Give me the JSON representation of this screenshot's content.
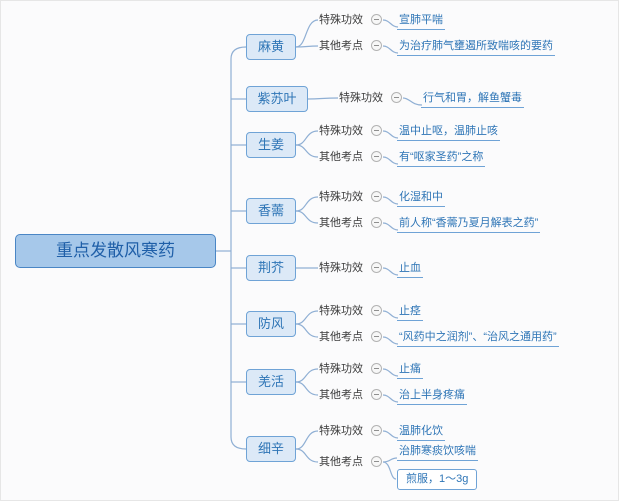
{
  "colors": {
    "root_fill": "#a6c8ea",
    "root_border": "#4a86c5",
    "node_fill": "#dce9f7",
    "node_border": "#6fa3d6",
    "connector": "#8fafd4",
    "leaf_text": "#2e75b6"
  },
  "root": {
    "label": "重点发散风寒药"
  },
  "branches": [
    {
      "label": "麻黄",
      "children": [
        {
          "label": "特殊功效",
          "leaf": "宣肺平喘"
        },
        {
          "label": "其他考点",
          "leaf": "为治疗肺气壅遏所致喘咳的要药"
        }
      ]
    },
    {
      "label": "紫苏叶",
      "children": [
        {
          "label": "特殊功效",
          "leaf": "行气和胃，解鱼蟹毒"
        }
      ]
    },
    {
      "label": "生姜",
      "children": [
        {
          "label": "特殊功效",
          "leaf": "温中止呕，温肺止咳"
        },
        {
          "label": "其他考点",
          "leaf": "有“呕家圣药”之称"
        }
      ]
    },
    {
      "label": "香薷",
      "children": [
        {
          "label": "特殊功效",
          "leaf": "化湿和中"
        },
        {
          "label": "其他考点",
          "leaf": "前人称“香薷乃夏月解表之药”"
        }
      ]
    },
    {
      "label": "荆芥",
      "children": [
        {
          "label": "特殊功效",
          "leaf": "止血"
        }
      ]
    },
    {
      "label": "防风",
      "children": [
        {
          "label": "特殊功效",
          "leaf": "止痉"
        },
        {
          "label": "其他考点",
          "leaf": "“风药中之润剂”、“治风之通用药”"
        }
      ]
    },
    {
      "label": "羌活",
      "children": [
        {
          "label": "特殊功效",
          "leaf": "止痛"
        },
        {
          "label": "其他考点",
          "leaf": "治上半身疼痛"
        }
      ]
    },
    {
      "label": "细辛",
      "children": [
        {
          "label": "特殊功效",
          "leaf": "温肺化饮"
        },
        {
          "label": "其他考点",
          "leaves": [
            "治肺寒痰饮咳喘",
            "煎服，1～3g"
          ]
        }
      ]
    }
  ]
}
